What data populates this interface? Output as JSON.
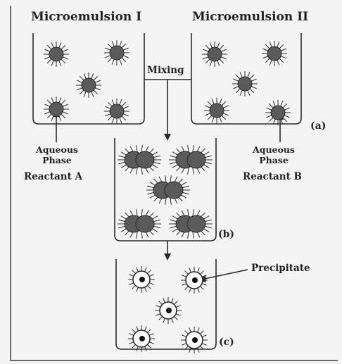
{
  "titles": {
    "left": "Microemulsion I",
    "right": "Microemulsion II"
  },
  "mixing": "Mixing",
  "left_label": {
    "line1": "Aqueous",
    "line2": "Phase",
    "line3": "Reactant A"
  },
  "right_label": {
    "line1": "Aqueous",
    "line2": "Phase",
    "line3": "Reactant B"
  },
  "precipitate": "Precipitate",
  "panels": {
    "a": "(a)",
    "b": "(b)",
    "c": "(c)"
  },
  "colors": {
    "ink": "#2a2a2a",
    "droplet": "#5a5a5a",
    "background": "#f4f4f4"
  }
}
